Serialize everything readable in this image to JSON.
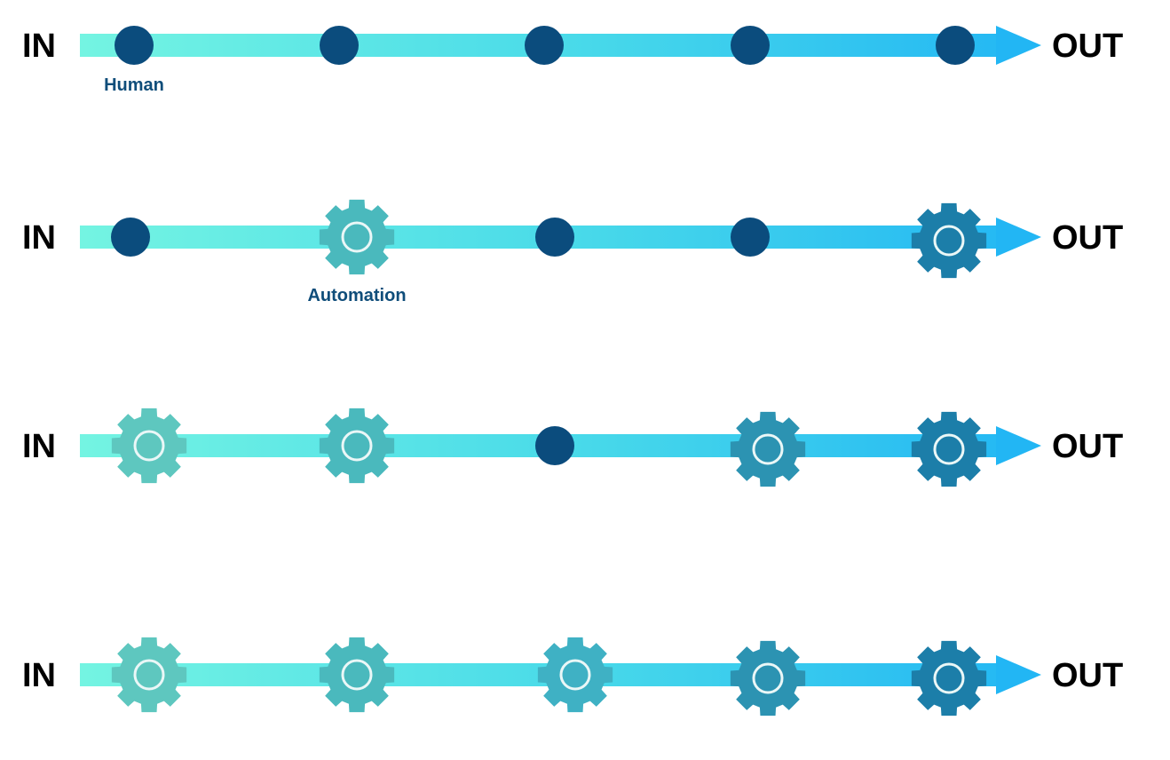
{
  "diagram": {
    "in_label": "IN",
    "out_label": "OUT",
    "colors": {
      "arrow_start": "#74f4e2",
      "arrow_mid": "#4adbe9",
      "arrow_end": "#22b6f4",
      "human_node": "#0b4c7d",
      "label_text": "#0f4d7a",
      "gear_fills": [
        "#5ec7bf",
        "#4ab9bd",
        "#3fb1c4",
        "#2c93b2",
        "#1c7ea9"
      ],
      "gear_hub_ring": "#eaf7f7"
    },
    "legend": {
      "human": "Human",
      "automation": "Automation"
    },
    "rows": [
      {
        "steps": [
          "human",
          "human",
          "human",
          "human",
          "human"
        ],
        "annotation": {
          "step": 0,
          "label": "Human"
        }
      },
      {
        "steps": [
          "human",
          "automation",
          "human",
          "human",
          "automation"
        ],
        "annotation": {
          "step": 1,
          "label": "Automation"
        }
      },
      {
        "steps": [
          "automation",
          "automation",
          "human",
          "automation",
          "automation"
        ]
      },
      {
        "steps": [
          "automation",
          "automation",
          "automation",
          "automation",
          "automation"
        ]
      }
    ]
  }
}
